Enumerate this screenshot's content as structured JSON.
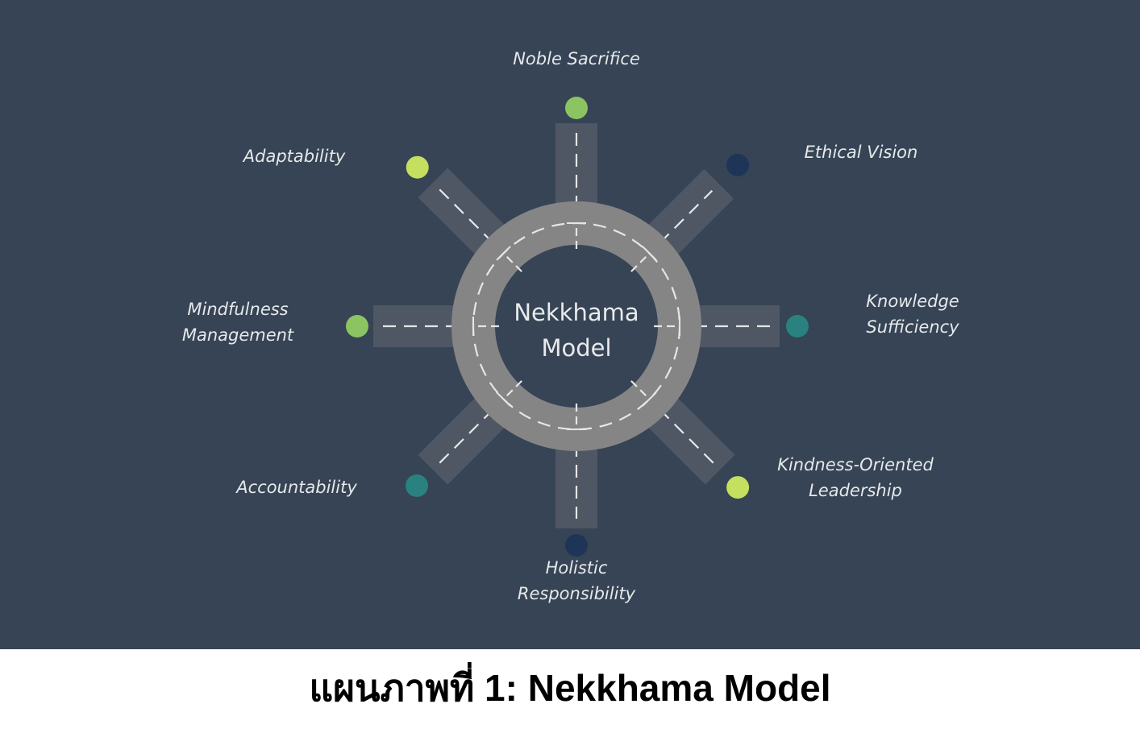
{
  "diagram": {
    "center_lines": [
      "Nekkhama",
      "Model"
    ],
    "colors": {
      "background": "#364455",
      "ring": "#858585",
      "road": "#4f5664",
      "dash": "#e6e6e6",
      "dark_blue": "#1e3558",
      "green": "#8cc462",
      "lime": "#c5df5f",
      "teal": "#2a8280"
    },
    "nodes": [
      {
        "id": "noble-sacrifice",
        "direction": "N",
        "dot_color": "green",
        "lines": [
          "Noble Sacrifice"
        ]
      },
      {
        "id": "ethical-vision",
        "direction": "NE",
        "dot_color": "dark_blue",
        "lines": [
          "Ethical Vision"
        ]
      },
      {
        "id": "knowledge-sufficiency",
        "direction": "E",
        "dot_color": "teal",
        "lines": [
          "Knowledge",
          "Sufficiency"
        ]
      },
      {
        "id": "kindness-oriented-leadership",
        "direction": "SE",
        "dot_color": "lime",
        "lines": [
          "Kindness-Oriented",
          "Leadership"
        ]
      },
      {
        "id": "holistic-responsibility",
        "direction": "S",
        "dot_color": "dark_blue",
        "lines": [
          "Holistic",
          "Responsibility"
        ]
      },
      {
        "id": "accountability",
        "direction": "SW",
        "dot_color": "teal",
        "lines": [
          "Accountability"
        ]
      },
      {
        "id": "mindfulness-management",
        "direction": "W",
        "dot_color": "green",
        "lines": [
          "Mindfulness",
          "Management"
        ]
      },
      {
        "id": "adaptability",
        "direction": "NW",
        "dot_color": "lime",
        "lines": [
          "Adaptability"
        ]
      }
    ]
  },
  "caption": "แผนภาพที่ 1: Nekkhama Model"
}
